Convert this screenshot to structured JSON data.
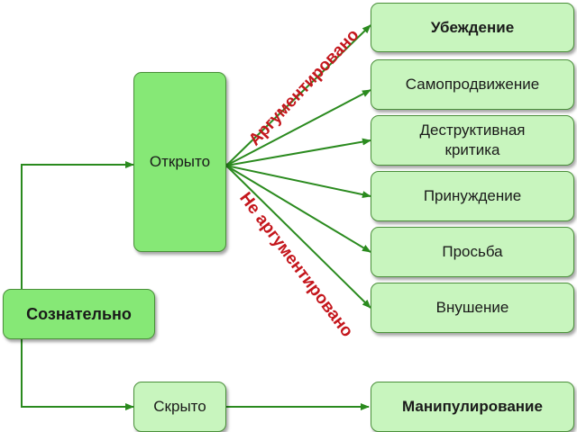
{
  "nodes": {
    "conscious": "Сознательно",
    "open": "Открыто",
    "hidden": "Скрыто",
    "persuasion": "Убеждение",
    "self_promotion": "Самопродвижение",
    "destructive_criticism": "Деструктивная критика",
    "coercion": "Принуждение",
    "request": "Просьба",
    "suggestion": "Внушение",
    "manipulation": "Манипулирование"
  },
  "labels": {
    "argued": "Аргументировано",
    "not_argued": "Не аргументировано"
  },
  "colors": {
    "bright_fill": "#86e876",
    "pale_fill": "#c8f5be",
    "border": "#4a8f3a",
    "arrow": "#2a8a1e",
    "label_red": "#c4161c"
  }
}
